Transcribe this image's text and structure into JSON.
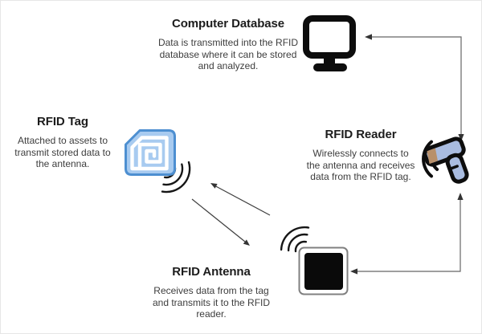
{
  "diagram": {
    "type": "flow-diagram",
    "subject": "RFID system data flow",
    "nodes": {
      "database": {
        "title": "Computer Database",
        "lines": [
          "Data is transmitted into the RFID",
          "database where it can be stored",
          "and analyzed."
        ],
        "icon": "computer-monitor-icon"
      },
      "tag": {
        "title": "RFID Tag",
        "lines": [
          "Attached to assets to",
          "transmit stored data to",
          "the antenna."
        ],
        "icon": "rfid-tag-icon"
      },
      "reader": {
        "title": "RFID Reader",
        "lines": [
          "Wirelessly connects to",
          "the antenna and receives",
          "data from the RFID tag."
        ],
        "icon": "rfid-reader-icon"
      },
      "antenna": {
        "title": "RFID Antenna",
        "lines": [
          "Receives data from the tag",
          "and transmits it to the RFID",
          "reader."
        ],
        "icon": "rfid-antenna-icon"
      }
    },
    "connections": [
      {
        "from": "reader",
        "to": "database",
        "style": "elbow-double-arrow"
      },
      {
        "from": "antenna",
        "to": "reader",
        "style": "elbow-double-arrow"
      },
      {
        "from": "antenna",
        "to": "tag",
        "style": "straight-arrow"
      },
      {
        "from": "tag",
        "to": "antenna",
        "style": "straight-arrow"
      }
    ],
    "colors": {
      "background": "#ffffff",
      "tag_fill": "#A8CBF0",
      "tag_border": "#4D8FD1",
      "reader_body": "#A9BCE0",
      "reader_window": "#B8906B",
      "icon_black": "#0d0d0d",
      "antenna_border": "#808080",
      "connector_line": "#666666",
      "arrowhead": "#333333",
      "title_text": "#1c1c1c",
      "body_text": "#3d3d3d"
    }
  }
}
